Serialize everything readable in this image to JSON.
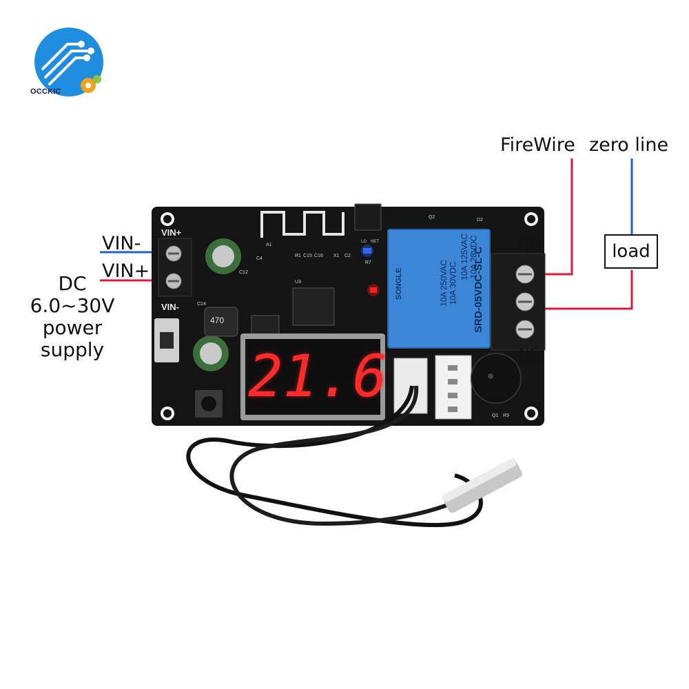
{
  "logo": {
    "brand": "OCCKIC"
  },
  "labels": {
    "vin_minus": "VIN-",
    "vin_plus": "VIN+",
    "power_supply": [
      "DC",
      "6.0~30V",
      "power",
      "supply"
    ],
    "firewire": "FireWire",
    "zero_line": "zero line",
    "load": "load",
    "no": "NO",
    "nc": "NC"
  },
  "board": {
    "pin_vin_plus": "VIN+",
    "pin_vin_minus": "VIN-",
    "display_readout": "21.6",
    "inductor_code": "470",
    "led_labels": [
      "LO",
      "NET"
    ],
    "relay": {
      "brand": "SONGLE",
      "model": "SRD-05VDC-SL-C",
      "ratings_left": [
        "10A 250VAC",
        "10A 30VDC"
      ],
      "ratings_right": [
        "10A 125VAC",
        "10A 28VDC"
      ]
    },
    "silkscreen": [
      "R1",
      "C15",
      "C16",
      "C2",
      "X1",
      "U3",
      "C4",
      "R7",
      "C12",
      "C14",
      "Q1",
      "Q2",
      "D2",
      "R9",
      "A1"
    ]
  },
  "colors": {
    "red_wire": "#e3173e",
    "blue_wire": "#1f5fd6",
    "pcb": "#141414",
    "relay": "#3b86d6",
    "digit": "#ff2a2a",
    "led_blue": "#2b6bff",
    "led_red": "#ff2020"
  }
}
